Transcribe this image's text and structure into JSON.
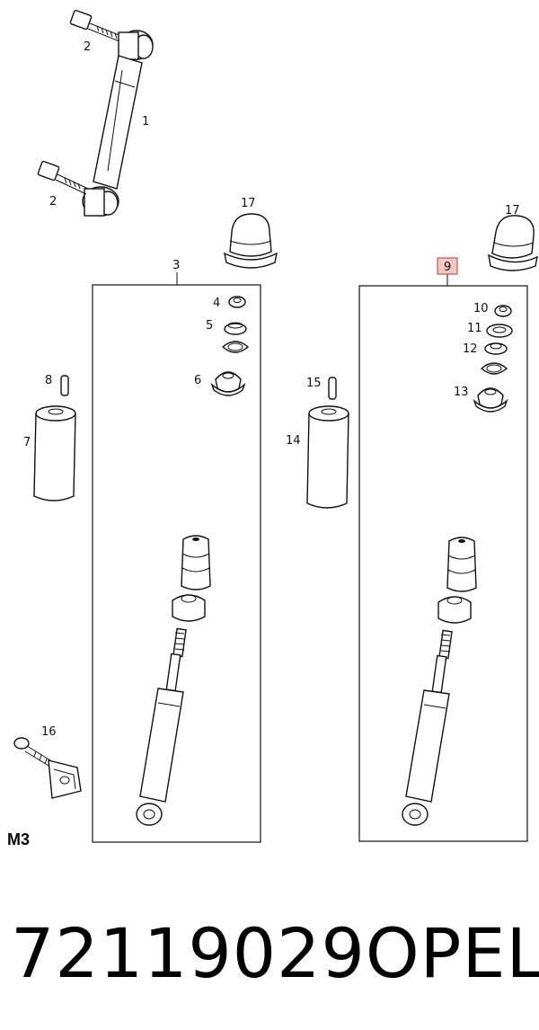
{
  "callouts": {
    "c1": "1",
    "c2a": "2",
    "c2b": "2",
    "c3": "3",
    "c4": "4",
    "c5": "5",
    "c6": "6",
    "c7": "7",
    "c8": "8",
    "c9": "9",
    "c10": "10",
    "c11": "11",
    "c12": "12",
    "c13": "13",
    "c14": "14",
    "c15": "15",
    "c16": "16",
    "c17a": "17",
    "c17b": "17"
  },
  "diagram_ref": "M3",
  "part_number": "72119029",
  "brand": "OPEL",
  "highlight_color": "#f5c6c6"
}
